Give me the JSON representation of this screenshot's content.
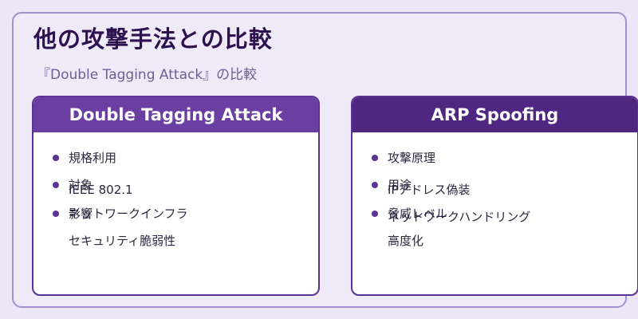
{
  "header": {
    "title": "他の攻撃手法との比較",
    "subtitle": "『Double Tagging Attack』の比較"
  },
  "cards": [
    {
      "title": "Double Tagging Attack",
      "items": [
        {
          "label": "規格利用",
          "value": ""
        },
        {
          "label": "対象",
          "value": "IEEE 802.1"
        },
        {
          "label": "影響",
          "value": "ネットワークインフラ"
        },
        {
          "label": "",
          "value": "セキュリティ脆弱性"
        }
      ]
    },
    {
      "title": "ARP Spoofing",
      "items": [
        {
          "label": "攻撃原理",
          "value": ""
        },
        {
          "label": "用途",
          "value": "IPアドレス偽装"
        },
        {
          "label": "脅威レベル",
          "value": "ネットワークハンドリング"
        },
        {
          "label": "",
          "value": "高度化"
        }
      ]
    }
  ],
  "colors": {
    "accent": "#5a3490",
    "title": "#2e1250",
    "background": "#ece6f6"
  }
}
